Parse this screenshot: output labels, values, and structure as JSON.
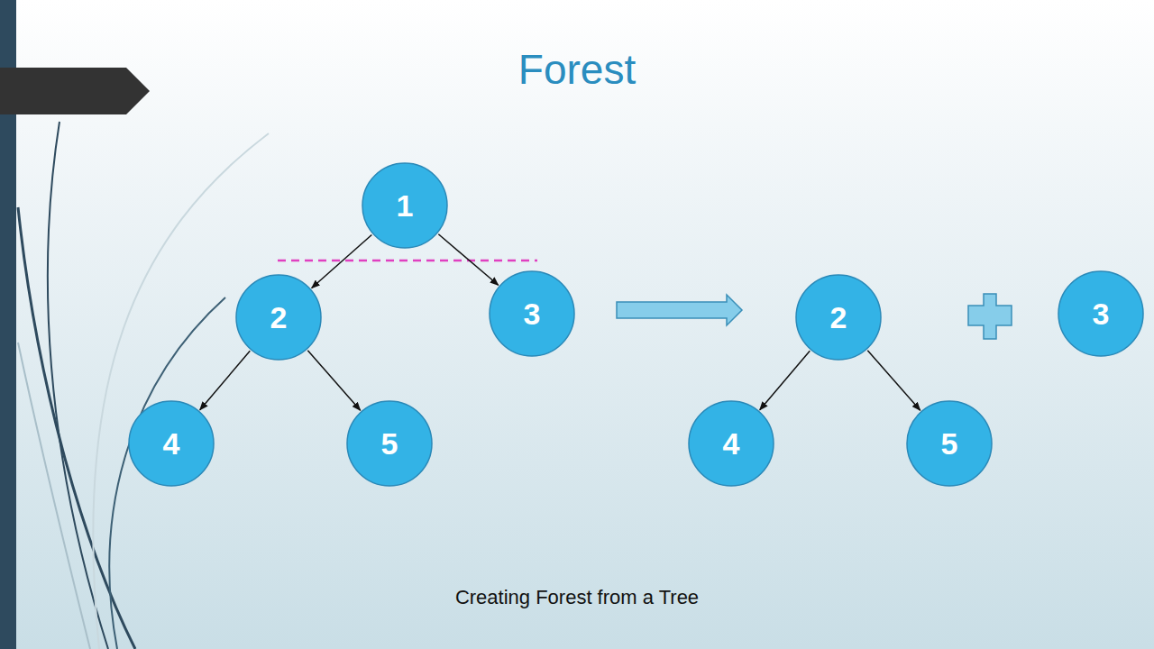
{
  "diagram": {
    "title": "Forest",
    "caption": "Creating Forest from a Tree",
    "nodes": [
      {
        "text": [
          "1"
        ]
      },
      {
        "text": [
          "2"
        ]
      },
      {
        "text": [
          "3"
        ]
      },
      {
        "text": [
          "2"
        ]
      },
      {
        "text": [
          "3"
        ]
      },
      {
        "text": [
          "4"
        ]
      },
      {
        "text": [
          "5"
        ]
      },
      {
        "text": [
          "4"
        ]
      },
      {
        "text": [
          "5"
        ]
      }
    ],
    "edges": [
      {
        "from": 0,
        "to": 1,
        "arrow": "to"
      },
      {
        "from": 0,
        "to": 2,
        "arrow": "to"
      },
      {
        "from": 1,
        "to": 5,
        "arrow": "to"
      },
      {
        "from": 1,
        "to": 6,
        "arrow": "to"
      },
      {
        "from": 3,
        "to": 7,
        "arrow": "to"
      },
      {
        "from": 3,
        "to": 8,
        "arrow": "to"
      }
    ]
  }
}
